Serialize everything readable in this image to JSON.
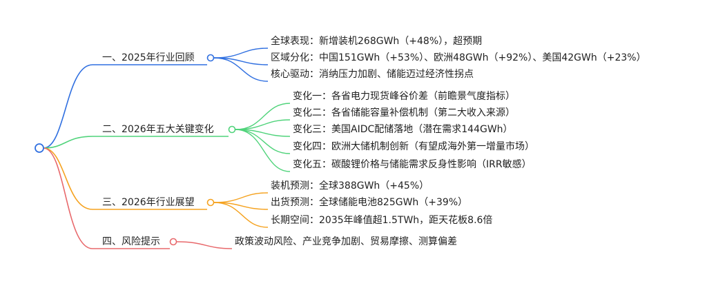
{
  "colors": {
    "blue": "#2f6fe0",
    "green": "#4fd37a",
    "orange": "#f5a21f",
    "red": "#e8686b",
    "text": "#1f1f1f"
  },
  "mindmap": {
    "branches": [
      {
        "id": "review",
        "label": "一、2025年行业回顾",
        "color": "blue",
        "children": [
          "全球表现：新增装机268GWh（+48%），超预期",
          "区域分化：中国151GWh（+53%）、欧洲48GWh（+92%）、美国42GWh（+23%）",
          "核心驱动：消纳压力加剧、储能迈过经济性拐点"
        ]
      },
      {
        "id": "changes",
        "label": "二、2026年五大关键变化",
        "color": "green",
        "children": [
          "变化一：各省电力现货峰谷价差（前瞻景气度指标）",
          "变化二：各省储能容量补偿机制（第二大收入来源）",
          "变化三：美国AIDC配储落地（潜在需求144GWh）",
          "变化四：欧洲大储机制创新（有望成海外第一增量市场）",
          "变化五：碳酸锂价格与储能需求反身性影响（IRR敏感）"
        ]
      },
      {
        "id": "outlook",
        "label": "三、2026年行业展望",
        "color": "orange",
        "children": [
          "装机预测：全球388GWh（+45%）",
          "出货预测：全球储能电池825GWh（+39%）",
          "长期空间：2035年峰值超1.5TWh，距天花板8.6倍"
        ]
      },
      {
        "id": "risks",
        "label": "四、风险提示",
        "color": "red",
        "children": [
          "政策波动风险、产业竞争加剧、贸易摩擦、测算偏差"
        ]
      }
    ]
  }
}
